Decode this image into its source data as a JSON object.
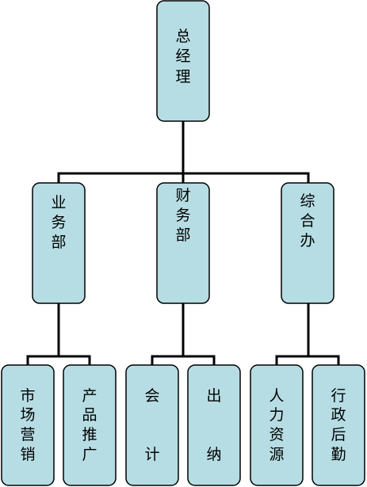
{
  "org_chart": {
    "top": {
      "label": [
        "总",
        "经",
        "理"
      ]
    },
    "departments": [
      {
        "label": [
          "业",
          "务",
          "部"
        ],
        "children": [
          {
            "label": [
              "市",
              "场",
              "营",
              "销"
            ]
          },
          {
            "label": [
              "产",
              "品",
              "推",
              "广"
            ]
          }
        ]
      },
      {
        "label": [
          "财",
          "务",
          "部"
        ],
        "children": [
          {
            "label": [
              "会",
              "计"
            ]
          },
          {
            "label": [
              "出",
              "纳"
            ]
          }
        ]
      },
      {
        "label": [
          "综",
          "合",
          "办"
        ],
        "children": [
          {
            "label": [
              "人",
              "力",
              "资",
              "源"
            ]
          },
          {
            "label": [
              "行",
              "政",
              "后",
              "勤"
            ]
          }
        ]
      }
    ],
    "colors": {
      "box_fill": "#b6dde3",
      "box_border": "#000000",
      "connector": "#000000"
    }
  }
}
